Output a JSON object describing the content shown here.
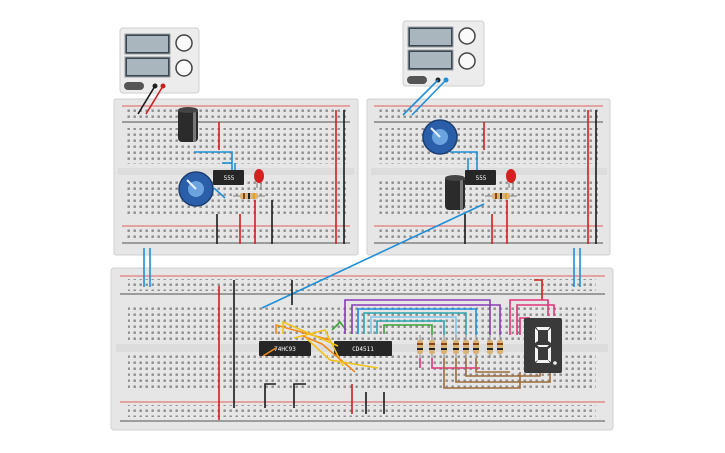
{
  "canvas": {
    "background": "#ffffff"
  },
  "power_supplies": [
    {
      "id": "left",
      "label": ""
    },
    {
      "id": "right",
      "label": ""
    }
  ],
  "chips": {
    "timer_left": "555",
    "timer_right": "555",
    "counter": "74HC93",
    "decoder": "CD4511"
  },
  "seven_segment": {
    "digit": "8."
  },
  "colors": {
    "breadboard": "#e6e6e6",
    "breadboard_edge": "#d0d0d0",
    "rail_red": "#e03030",
    "rail_black": "#222222",
    "wire_blue": "#1f8fd6",
    "wire_red": "#d21f1f",
    "wire_black": "#1a1a1a",
    "wire_purple": "#8a3bb8",
    "wire_orange": "#f08a1a",
    "wire_yellow": "#f2c21a",
    "wire_green": "#3aa535",
    "wire_teal": "#2aa6b0",
    "wire_brown": "#9b6b3a",
    "wire_pink": "#e0357a",
    "led": "#d62020",
    "potentiometer": "#2a5ea8",
    "capacitor": "#2b2b2b"
  },
  "icons": {
    "power_supply": "bench-power-supply-icon",
    "potentiometer": "potentiometer-icon",
    "capacitor": "capacitor-icon",
    "led": "led-icon",
    "resistor": "resistor-icon"
  }
}
